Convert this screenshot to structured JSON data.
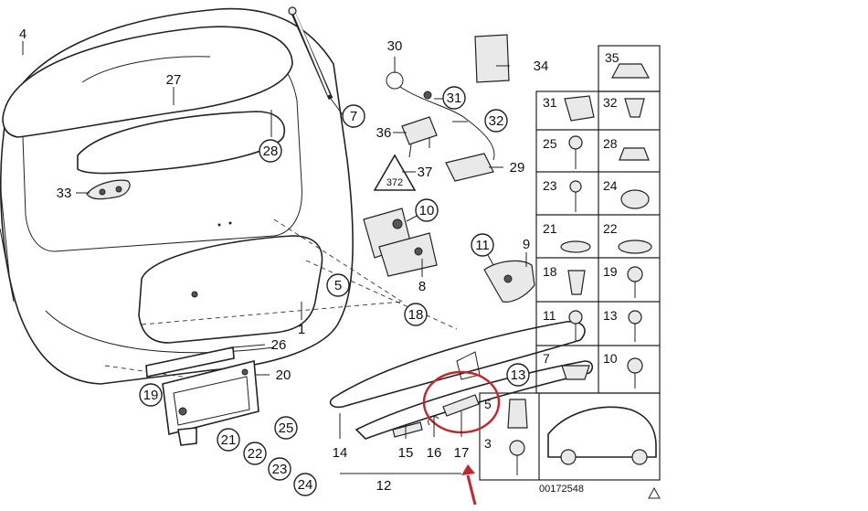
{
  "diagram_code": "00172548",
  "callouts": {
    "c1": "1",
    "c3": "3",
    "c4": "4",
    "c5": "5",
    "c5b": "5",
    "c7": "7",
    "c7b": "7",
    "c8": "8",
    "c9": "9",
    "c10": "10",
    "c10b": "10",
    "c11": "11",
    "c11b": "11",
    "c12": "12",
    "c13": "13",
    "c13b": "13",
    "c14": "14",
    "c15": "15",
    "c16": "16",
    "c17": "17",
    "c18": "18",
    "c18b": "18",
    "c19": "19",
    "c19b": "19",
    "c20": "20",
    "c21": "21",
    "c21b": "21",
    "c22": "22",
    "c22b": "22",
    "c23": "23",
    "c23b": "23",
    "c24": "24",
    "c24b": "24",
    "c25": "25",
    "c25b": "25",
    "c26": "26",
    "c27": "27",
    "c28": "28",
    "c28b": "28",
    "c29": "29",
    "c30": "30",
    "c31": "31",
    "c31b": "31",
    "c32": "32",
    "c32b": "32",
    "c33": "33",
    "c34": "34",
    "c35": "35",
    "c36": "36",
    "c37": "37"
  },
  "warning_label_text": "372",
  "colors": {
    "highlight_circle": "#c0282d",
    "highlight_arrow": "#c0282d",
    "line": "#222222"
  }
}
